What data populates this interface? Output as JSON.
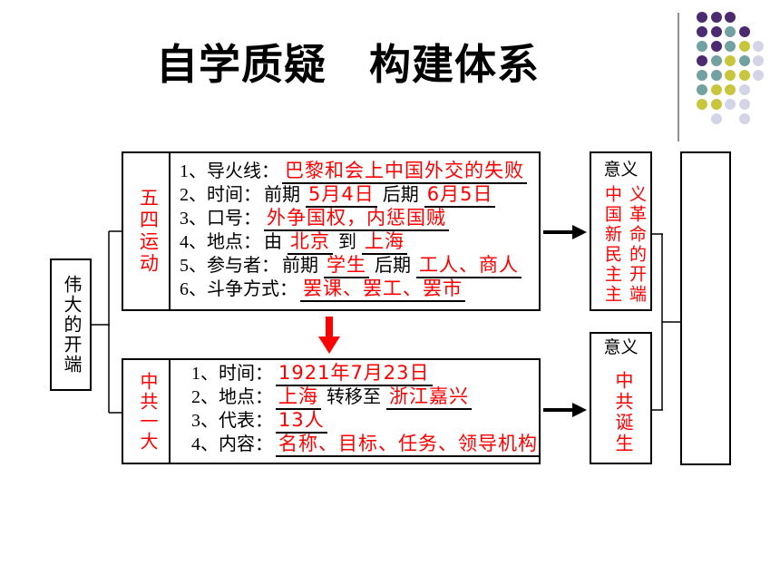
{
  "title": "自学质疑　构建体系",
  "root": {
    "label": "伟大的开端"
  },
  "may_fourth": {
    "label": "五四运动",
    "lines": [
      {
        "label": "1、导火线：",
        "value": "巴黎和会上中国外交的失败"
      },
      {
        "label": "2、时间：",
        "pre1": "前期",
        "value1": "5月4日",
        "pre2": "后期",
        "value2": "6月5日"
      },
      {
        "label": "3、口号：",
        "value": "外争国权，内惩国贼"
      },
      {
        "label": "4、地点：",
        "pre1": "由",
        "value1": "北京",
        "pre2": "到",
        "value2": "上海"
      },
      {
        "label": "5、参与者：",
        "pre1": "前期",
        "value1": "学生",
        "pre2": "后期",
        "value2": "工人、商人"
      },
      {
        "label": "6、斗争方式：",
        "value": "罢课、罢工、罢市"
      }
    ]
  },
  "first_congress": {
    "label": "中共一大",
    "lines": [
      {
        "label": "1、时间：",
        "value": "1921年7月23日"
      },
      {
        "label": "2、地点：",
        "value1": "上海",
        "pre2": "转移至",
        "value2": "浙江嘉兴"
      },
      {
        "label": "3、代表：",
        "value": "13人"
      },
      {
        "label": "4、内容：",
        "value": "名称、目标、任务、领导机构"
      }
    ]
  },
  "significance": [
    {
      "heading": "意义",
      "text": "中国新民主主义革命的开端"
    },
    {
      "heading": "意义",
      "text": "中共诞生"
    }
  ],
  "colors": {
    "highlight": "#ff0000",
    "text": "#000000",
    "dot_purple": "#4b2a70",
    "dot_teal": "#73a0a0",
    "dot_yellow": "#c8c63c",
    "dot_lavender": "#d4d4e8"
  }
}
